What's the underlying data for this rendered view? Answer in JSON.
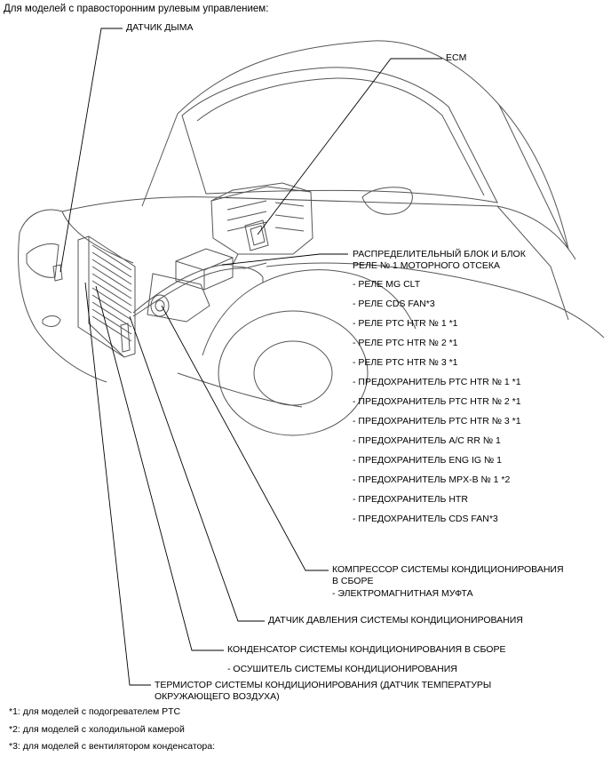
{
  "header": "Для моделей с правосторонним рулевым управлением:",
  "labels": {
    "smoke_sensor": "ДАТЧИК ДЫМА",
    "ecm": "ECM",
    "relay_block_line1": "РАСПРЕДЕЛИТЕЛЬНЫЙ БЛОК И БЛОК",
    "relay_block_line2": "РЕЛЕ № 1 МОТОРНОГО ОТСЕКА",
    "relay_block_items": [
      "- РЕЛЕ MG CLT",
      "- РЕЛЕ CDS FAN*3",
      "- РЕЛЕ PTC HTR № 1 *1",
      "- РЕЛЕ PTC HTR № 2 *1",
      "- РЕЛЕ PTC HTR № 3 *1",
      "- ПРЕДОХРАНИТЕЛЬ PTC HTR № 1 *1",
      "- ПРЕДОХРАНИТЕЛЬ PTC HTR № 2 *1",
      "- ПРЕДОХРАНИТЕЛЬ PTC HTR № 3 *1",
      "- ПРЕДОХРАНИТЕЛЬ A/C RR № 1",
      "- ПРЕДОХРАНИТЕЛЬ ENG IG № 1",
      "- ПРЕДОХРАНИТЕЛЬ MPX-B № 1 *2",
      "- ПРЕДОХРАНИТЕЛЬ HTR",
      "- ПРЕДОХРАНИТЕЛЬ CDS FAN*3"
    ],
    "compressor_line1": "КОМПРЕССОР СИСТЕМЫ КОНДИЦИОНИРОВАНИЯ",
    "compressor_line2": "В СБОРЕ",
    "compressor_item": "- ЭЛЕКТРОМАГНИТНАЯ МУФТА",
    "pressure_sensor": "ДАТЧИК ДАВЛЕНИЯ СИСТЕМЫ КОНДИЦИОНИРОВАНИЯ",
    "condenser": "КОНДЕНСАТОР СИСТЕМЫ КОНДИЦИОНИРОВАНИЯ В СБОРЕ",
    "condenser_item": "- ОСУШИТЕЛЬ СИСТЕМЫ КОНДИЦИОНИРОВАНИЯ",
    "thermistor_line1": "ТЕРМИСТОР СИСТЕМЫ КОНДИЦИОНИРОВАНИЯ (ДАТЧИК ТЕМПЕРАТУРЫ",
    "thermistor_line2": "ОКРУЖАЮЩЕГО ВОЗДУХА)"
  },
  "footnotes": [
    "*1: для моделей с подогревателем PTC",
    "*2: для моделей с холодильной камерой",
    "*3: для моделей с вентилятором конденсатора:"
  ]
}
